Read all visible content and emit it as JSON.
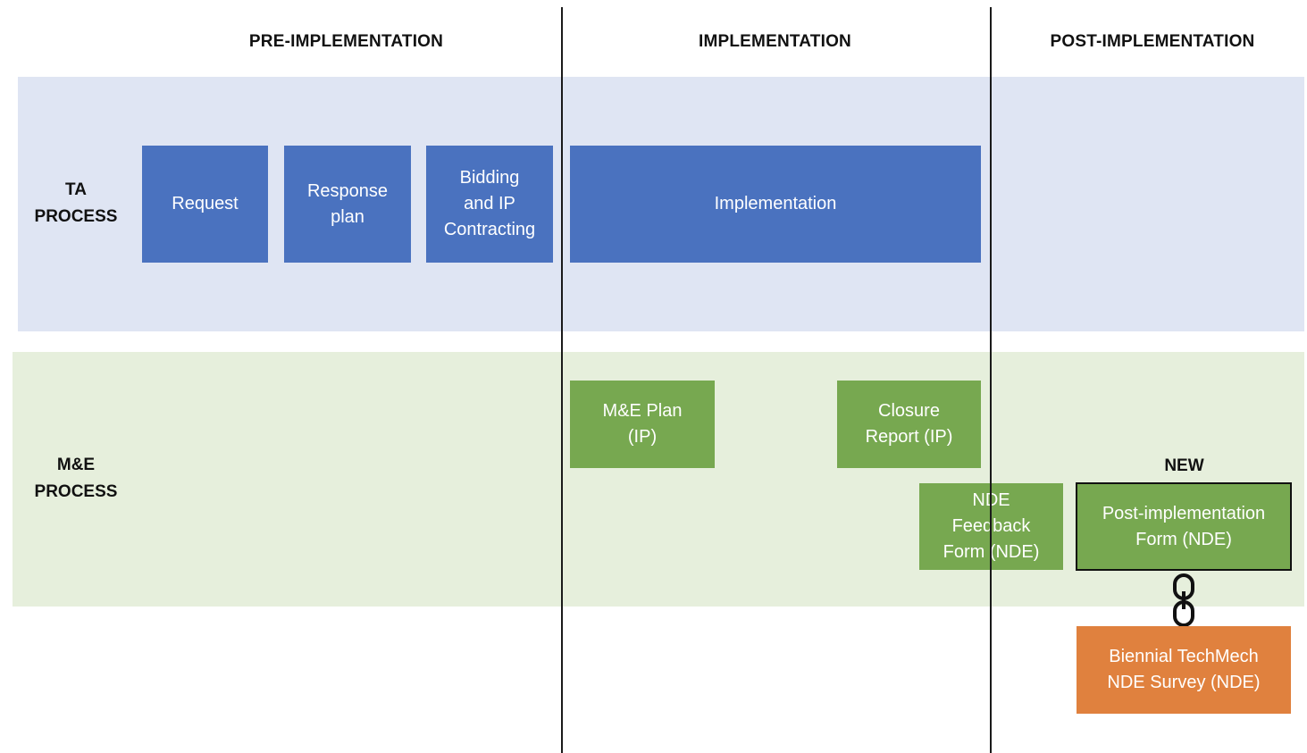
{
  "phases": {
    "pre": "PRE-IMPLEMENTATION",
    "impl": "IMPLEMENTATION",
    "post": "POST-IMPLEMENTATION"
  },
  "rows": {
    "ta": "TA\nPROCESS",
    "me": "M&E\nPROCESS"
  },
  "ta_boxes": {
    "request": "Request",
    "response_plan": "Response\nplan",
    "bidding": "Bidding\nand IP\nContracting",
    "implementation": "Implementation"
  },
  "me_boxes": {
    "me_plan": "M&E Plan\n(IP)",
    "closure_report": "Closure\nReport (IP)",
    "nde_feedback": "NDE\nFeedback\nForm (NDE)",
    "post_impl": "Post-implementation\nForm (NDE)",
    "biennial": "Biennial TechMech\nNDE Survey (NDE)"
  },
  "new_label": "NEW",
  "colors": {
    "ta_band": "#dfe5f3",
    "me_band": "#e6efdc",
    "blue_box": "#4a72bf",
    "green_box": "#77a850",
    "orange_box": "#e0813e"
  }
}
